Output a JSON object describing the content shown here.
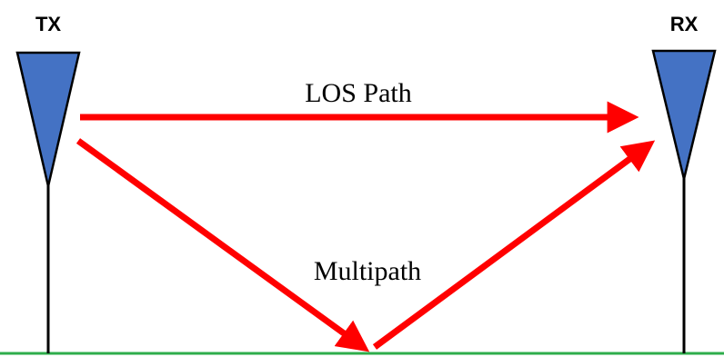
{
  "labels": {
    "tx": "TX",
    "rx": "RX",
    "los_path": "LOS Path",
    "multipath": "Multipath"
  },
  "colors": {
    "antenna_fill": "#4472C4",
    "antenna_stroke": "#000000",
    "arrow": "#FF0000",
    "ground": "#2EAD4B",
    "text": "#000000",
    "background": "#FFFFFF"
  }
}
